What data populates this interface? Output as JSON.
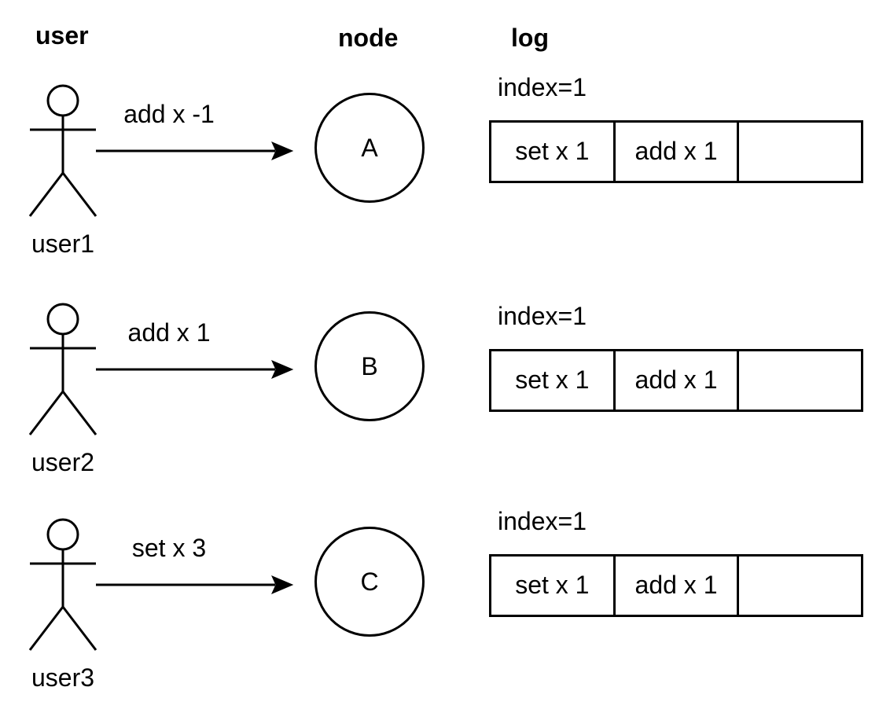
{
  "headers": {
    "user": "user",
    "node": "node",
    "log": "log"
  },
  "rows": [
    {
      "user_label": "user1",
      "message": "add x -1",
      "node_label": "A",
      "log_index": "index=1",
      "log_cells": [
        "set x 1",
        "add x 1",
        ""
      ]
    },
    {
      "user_label": "user2",
      "message": "add x 1",
      "node_label": "B",
      "log_index": "index=1",
      "log_cells": [
        "set x 1",
        "add x 1",
        ""
      ]
    },
    {
      "user_label": "user3",
      "message": "set x 3",
      "node_label": "C",
      "log_index": "index=1",
      "log_cells": [
        "set x 1",
        "add x 1",
        ""
      ]
    }
  ],
  "icons": {
    "actor": "stick-figure",
    "message": "right-arrow",
    "node": "circle"
  },
  "colors": {
    "background": "#ffffff",
    "stroke": "#000000",
    "text": "#000000"
  }
}
